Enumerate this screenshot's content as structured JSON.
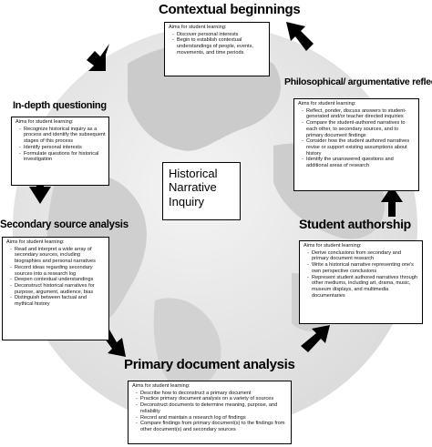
{
  "center": {
    "lines": [
      "Historical",
      "Narrative",
      "Inquiry"
    ]
  },
  "stages": {
    "contextual": {
      "title": "Contextual beginnings",
      "aims": "Aims for student learning:",
      "items": [
        "Discover personal interests",
        "Begin to establish contextual understandings of people, events, movements, and time periods"
      ]
    },
    "philosophical": {
      "title": "Philosophical/ argumentative reflection",
      "aims": "Aims for student learning:",
      "items": [
        "Reflect, ponder, discuss answers to student-generated and/or teacher directed inquiries",
        "Compare the student-authored narratives to each other, to secondary sources, and to primary document findings",
        "Consider how the student authored narratives revise or support existing assumptions about history",
        "Identify the unanswered questions and additional areas of research"
      ]
    },
    "authorship": {
      "title": "Student authorship",
      "aims": "Aims for student learning:",
      "items": [
        "Derive conclusions from secondary and primary document research",
        "Write a historical narrative representing one's own perspective conclusions",
        "Represent student authored narratives through other mediums, including art, drama, music, museum displays, and multimedia documentaries"
      ]
    },
    "primary": {
      "title": "Primary document analysis",
      "aims": "Aims for student learning:",
      "items": [
        "Describe how to deconstruct a primary document",
        "Practice primary document analysis on a variety of sources",
        "Deconstruct documents to determine meaning, purpose, and reliability",
        "Record and maintain a research log of findings",
        "Compare findings from primary document(s) to the findings from other document(s) and secondary sources"
      ]
    },
    "secondary": {
      "title": "Secondary source analysis",
      "aims": "Aims for student learning:",
      "items": [
        "Read and interpret a wide array of secondary sources, including biographies and personal narratives",
        "Record ideas regarding secondary sources into a research log",
        "Deepen contextual understandings",
        "Deconstruct historical narratives for purpose, argument, audience, bias",
        "Distinguish between factual and mythical history"
      ]
    },
    "indepth": {
      "title": "In-depth questioning",
      "aims": "Aims for student learning:",
      "items": [
        "Recognize historical inquiry as a process and identify the subsequent stages of this process",
        "Identify personal interests",
        "Formulate questions for historical investigation"
      ]
    }
  }
}
